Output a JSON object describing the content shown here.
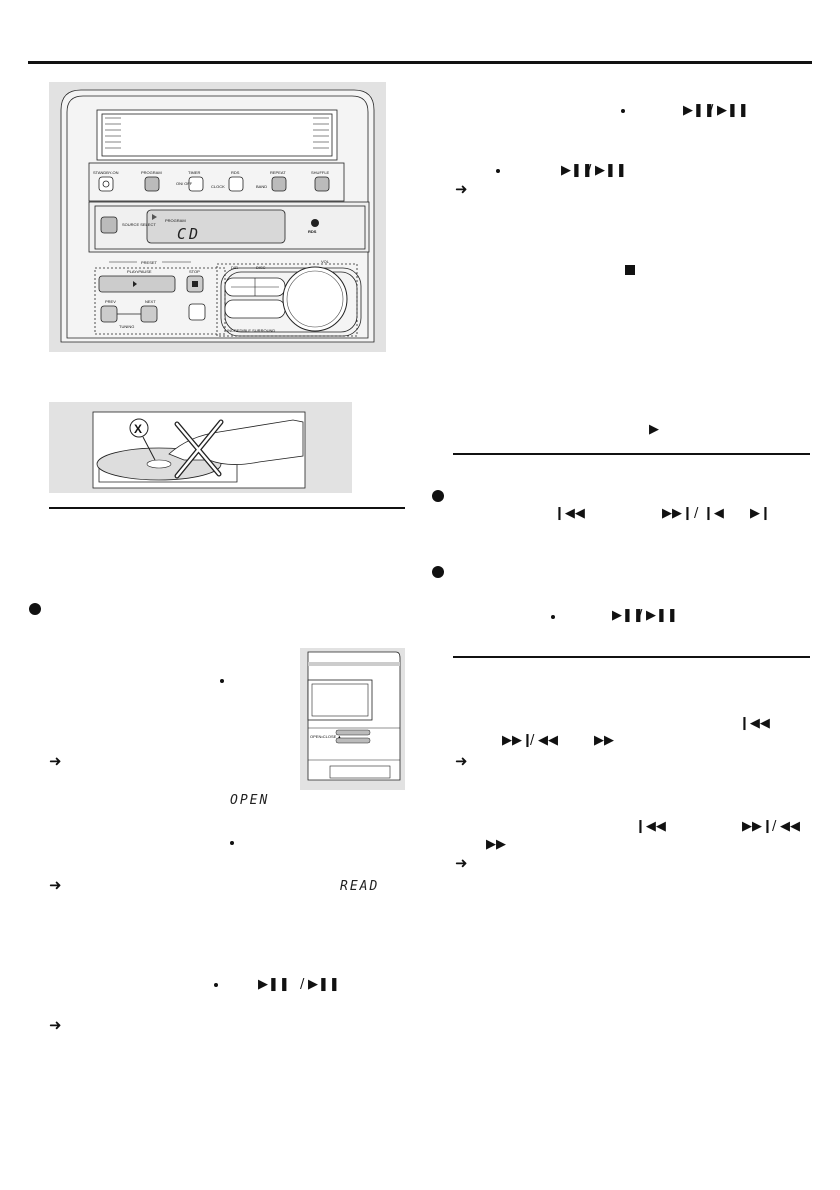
{
  "figures": {
    "device": {
      "buttons": {
        "standby_on": "STANDBY-ON",
        "program": "PROGRAM",
        "timer": "TIMER",
        "rds": "RDS",
        "repeat": "REPEAT",
        "shuffle": "SHUFFLE",
        "on_off": "ON/\nOFF",
        "clock": "CLOCK",
        "band": "BAND",
        "source_select": "SOURCE\nSELECT",
        "preset": "PRESET",
        "play_pause": "PLAY•PAUSE",
        "stop": "STOP",
        "prev": "PREV",
        "next": "NEXT",
        "tuning": "TUNING",
        "dir": "DIR",
        "disc": "DISC",
        "vol": "VOL",
        "incredible_surround": "INCREDIBLE SURROUND"
      },
      "display_text": "CD",
      "display_badge": "PROGRAM",
      "logo": "RDS"
    },
    "door": {
      "label": "OPEN•CLOSE ▲"
    }
  },
  "lcd": {
    "open": "OPEN",
    "read": "READ"
  },
  "icons": {
    "play_pause": "play-pause-icon",
    "stop": "stop-icon",
    "play": "play-icon",
    "prev": "skip-back-icon",
    "next": "skip-forward-icon",
    "rewind": "rewind-icon",
    "fast_forward": "fast-forward-icon",
    "arrow": "result-arrow"
  }
}
